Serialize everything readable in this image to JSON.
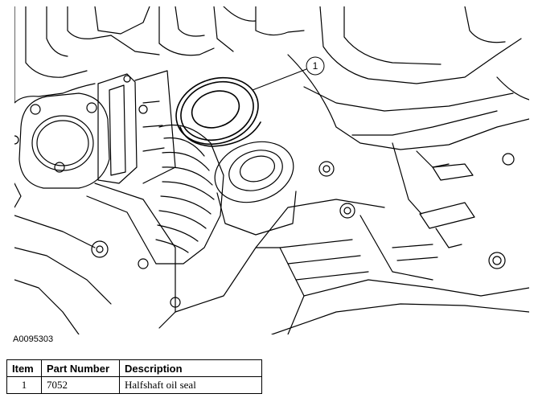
{
  "figure": {
    "id": "A0095303",
    "callouts": [
      {
        "label": "1"
      }
    ]
  },
  "parts_table": {
    "headers": {
      "item": "Item",
      "part_number": "Part Number",
      "description": "Description"
    },
    "rows": [
      {
        "item": "1",
        "part_number": "7052",
        "description": "Halfshaft oil seal"
      }
    ]
  },
  "colors": {
    "line": "#000000",
    "background": "#ffffff"
  }
}
